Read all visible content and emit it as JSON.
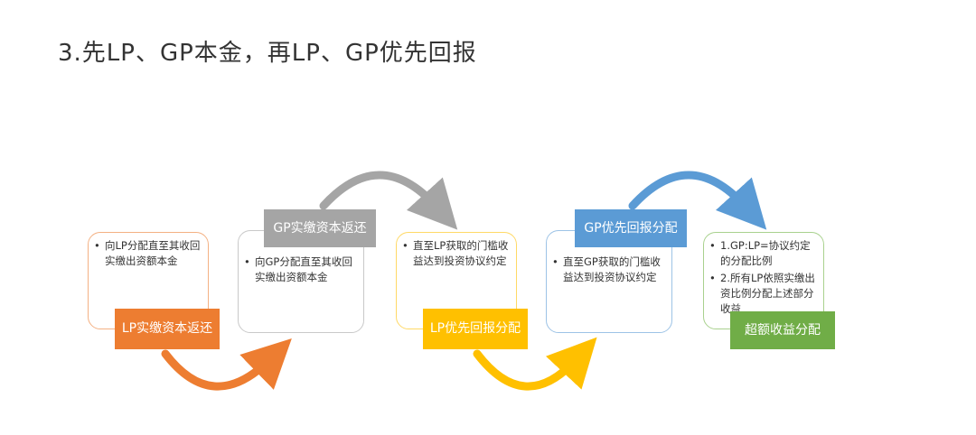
{
  "title": "3.先LP、GP本金，再LP、GP优先回报",
  "colors": {
    "orange": "#ED7D31",
    "gray": "#A5A5A5",
    "yellow": "#FFC000",
    "blue": "#5B9BD5",
    "green": "#70AD47"
  },
  "steps": [
    {
      "label": "LP实缴资本返还",
      "bullets": [
        "向LP分配直至其收回实缴出资额本金"
      ]
    },
    {
      "label": "GP实缴资本返还",
      "bullets": [
        "向GP分配直至其收回实缴出资额本金"
      ]
    },
    {
      "label": "LP优先回报分配",
      "bullets": [
        "直至LP获取的门槛收益达到投资协议约定"
      ]
    },
    {
      "label": "GP优先回报分配",
      "bullets": [
        "直至GP获取的门槛收益达到投资协议约定"
      ]
    },
    {
      "label": "超额收益分配",
      "bullets": [
        "1.GP:LP=协议约定的分配比例",
        "2.所有LP依照实缴出资比例分配上述部分收益"
      ]
    }
  ]
}
